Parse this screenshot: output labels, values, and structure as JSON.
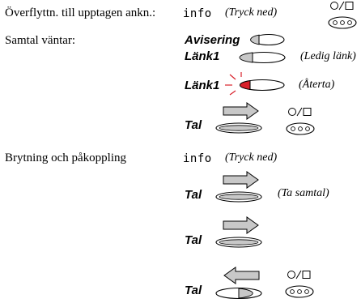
{
  "labels": {
    "transfer": "Överflyttn. till upptagen ankn.:",
    "waiting": "Samtal väntar:",
    "breakin": "Brytning och påkoppling"
  },
  "keys": {
    "info": "info",
    "avisering": "Avisering",
    "lank1": "Länk1",
    "tal": "Tal"
  },
  "notes": {
    "press_down": "(Tryck ned)",
    "free_link": "(Ledig länk)",
    "return": "(Återta)",
    "take_call": "(Ta samtal)"
  },
  "colors": {
    "lamp_red": "#d8202a",
    "button_grey": "#c8c8c8"
  },
  "icons": [
    "handset-down-icon",
    "handset-up-icon",
    "arrow-right-icon",
    "arrow-left-icon",
    "hook-key-icon",
    "key-button-icon",
    "flashing-lamp-icon"
  ]
}
